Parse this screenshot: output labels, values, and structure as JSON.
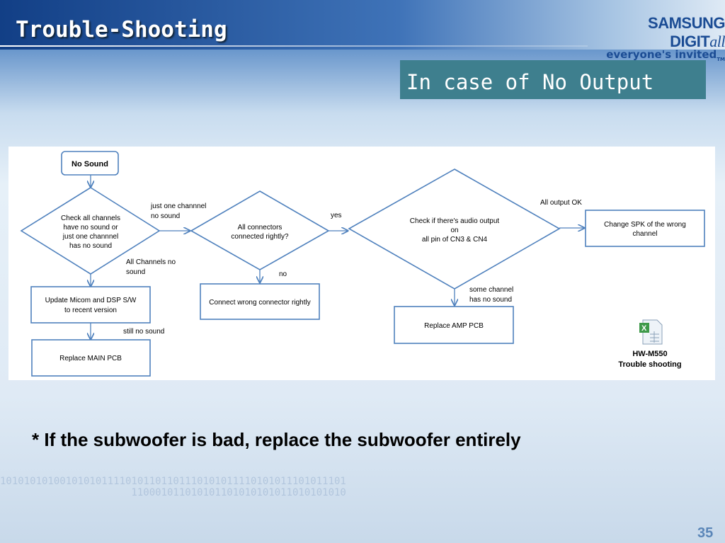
{
  "header": {
    "title": "Trouble-Shooting",
    "logo_line1": "SAMSUNG DIGIT",
    "logo_line1_script": "all",
    "logo_line2": "everyone's invited",
    "logo_tm": "TM"
  },
  "subtitle": "In case of No Output",
  "flowchart": {
    "start": "No Sound",
    "decision1": [
      "Check all channels",
      "have no sound or",
      "just one channnel",
      "has no sound"
    ],
    "decision2": [
      "All connectors",
      "connected rightly?"
    ],
    "decision3": [
      "Check if there's audio output",
      "on",
      "all pin of CN3  & CN4"
    ],
    "box_update": [
      "Update Micom and DSP S/W",
      "to recent version"
    ],
    "box_main": "Replace MAIN PCB",
    "box_connect": "Connect wrong connector rightly",
    "box_amp": "Replace AMP PCB",
    "box_spk": [
      "Change SPK of  the wrong",
      "channel"
    ],
    "label_one": [
      "just one channnel",
      "no sound"
    ],
    "label_all": [
      "All Channels no",
      "sound"
    ],
    "label_still": "still no sound",
    "label_yes": "yes",
    "label_no": "no",
    "label_ok": "All output OK",
    "label_some": [
      "some channel",
      "has no sound"
    ],
    "attachment": {
      "icon": "excel-file-icon",
      "label": [
        "HW-M550",
        "Trouble shooting"
      ]
    },
    "line_color": "#4f81bd"
  },
  "footnote": "* If the subwoofer is bad, replace the subwoofer entirely",
  "page_number": "35"
}
